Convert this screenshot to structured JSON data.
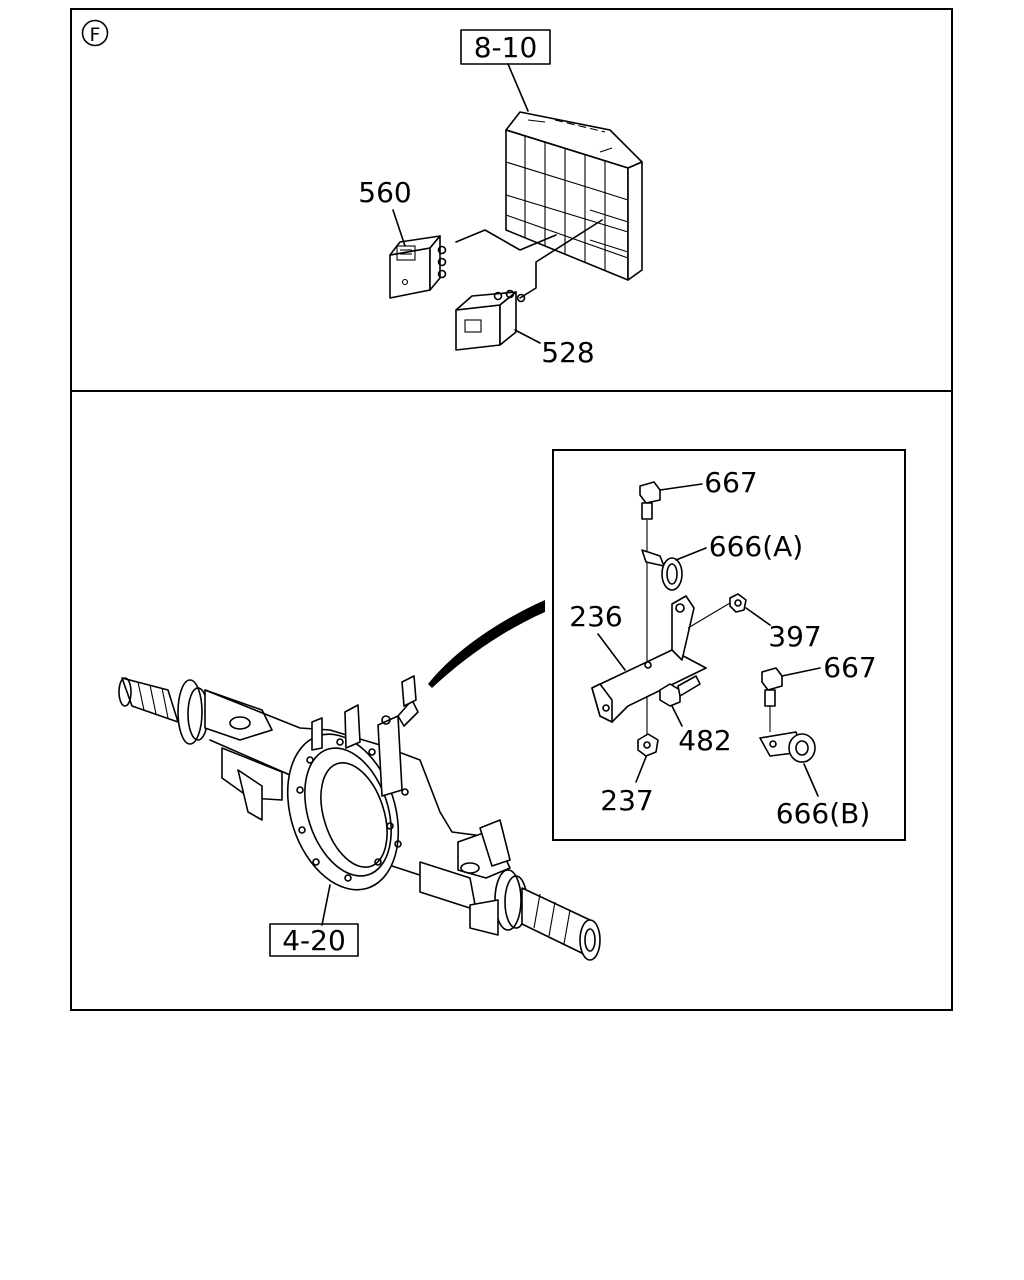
{
  "section_mark": "F",
  "callouts": {
    "fuse_box_ref": "8-10",
    "axle_ref": "4-20",
    "part_560": "560",
    "part_528": "528",
    "part_667_top": "667",
    "part_666a": "666(A)",
    "part_236": "236",
    "part_397": "397",
    "part_667_right": "667",
    "part_482": "482",
    "part_237": "237",
    "part_666b": "666(B)"
  }
}
